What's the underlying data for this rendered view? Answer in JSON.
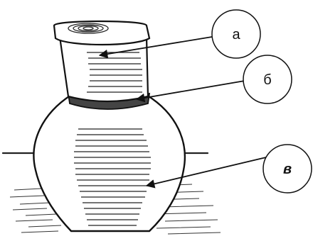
{
  "callouts": [
    {
      "id": "a",
      "label": "а",
      "style": "normal"
    },
    {
      "id": "b",
      "label": "б",
      "style": "normal"
    },
    {
      "id": "v",
      "label": "в",
      "style": "bold-italic"
    }
  ],
  "colors": {
    "ink": "#111111",
    "background": "#ffffff"
  }
}
